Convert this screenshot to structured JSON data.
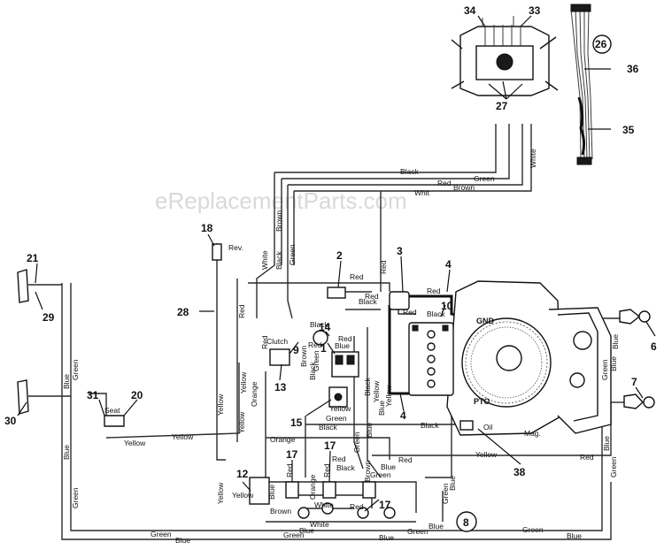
{
  "watermark": "eReplacementParts.com",
  "callouts": [
    "1",
    "2",
    "3",
    "4",
    "4",
    "6",
    "7",
    "8",
    "9",
    "10",
    "12",
    "13",
    "14",
    "15",
    "17",
    "17",
    "17",
    "18",
    "20",
    "21",
    "26",
    "27",
    "28",
    "29",
    "30",
    "31",
    "33",
    "34",
    "35",
    "36",
    "38"
  ],
  "wire_labels": {
    "black": "Black",
    "green": "Green",
    "white": "White",
    "red": "Red",
    "brown": "Brown",
    "blue": "Blue",
    "yellow": "Yellow",
    "orange": "Orange",
    "whit": "Whit"
  },
  "component_labels": {
    "rev": "Rev.",
    "clutch": "Clutch",
    "seat": "Seat",
    "gnd": "GND",
    "pto": "PTO",
    "oil": "Oil",
    "mag": "Mag."
  }
}
